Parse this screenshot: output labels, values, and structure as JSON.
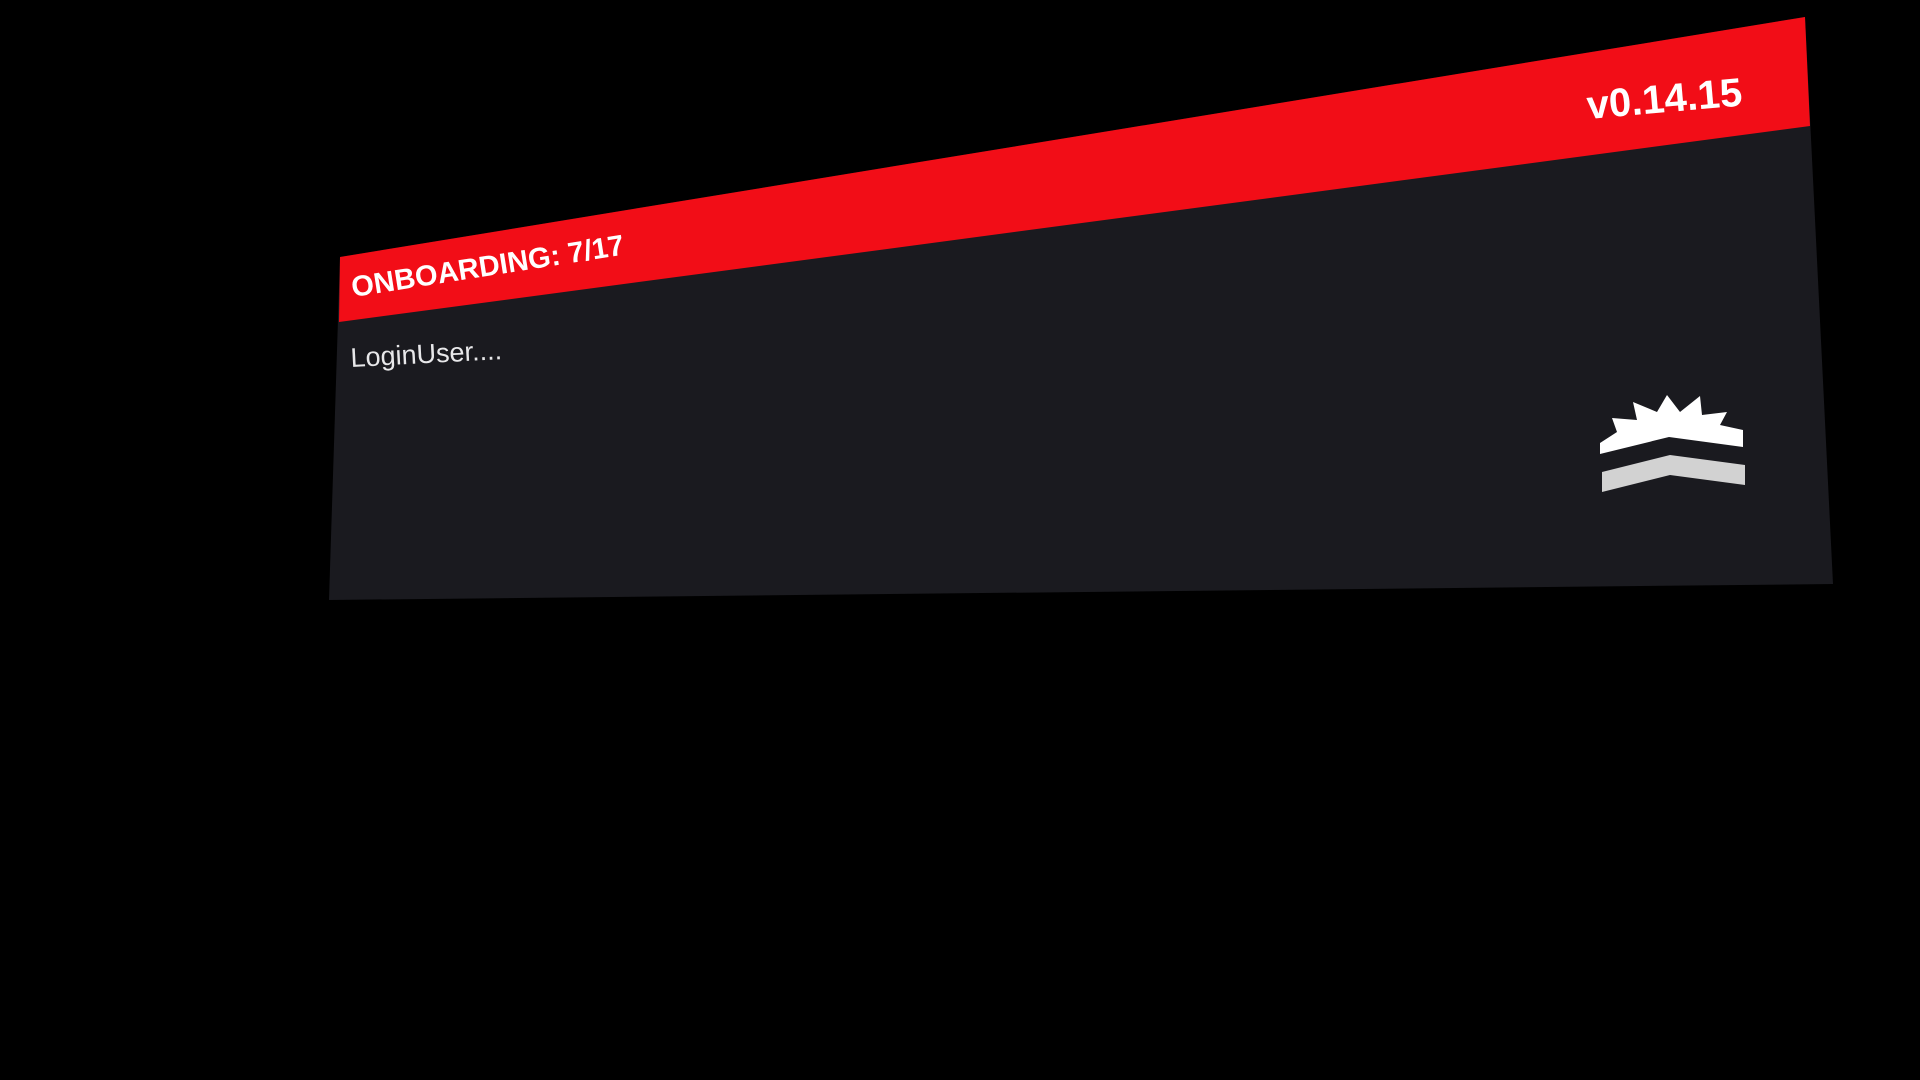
{
  "panel": {
    "onboarding_label": "ONBOARDING: 7/17",
    "version": "v0.14.15",
    "status_text": "LoginUser....",
    "logo_icon": "crown-chevron-logo-icon"
  },
  "colors": {
    "header_red": "#f20d17",
    "panel_bg": "#1a1a1f",
    "background": "#000000"
  }
}
